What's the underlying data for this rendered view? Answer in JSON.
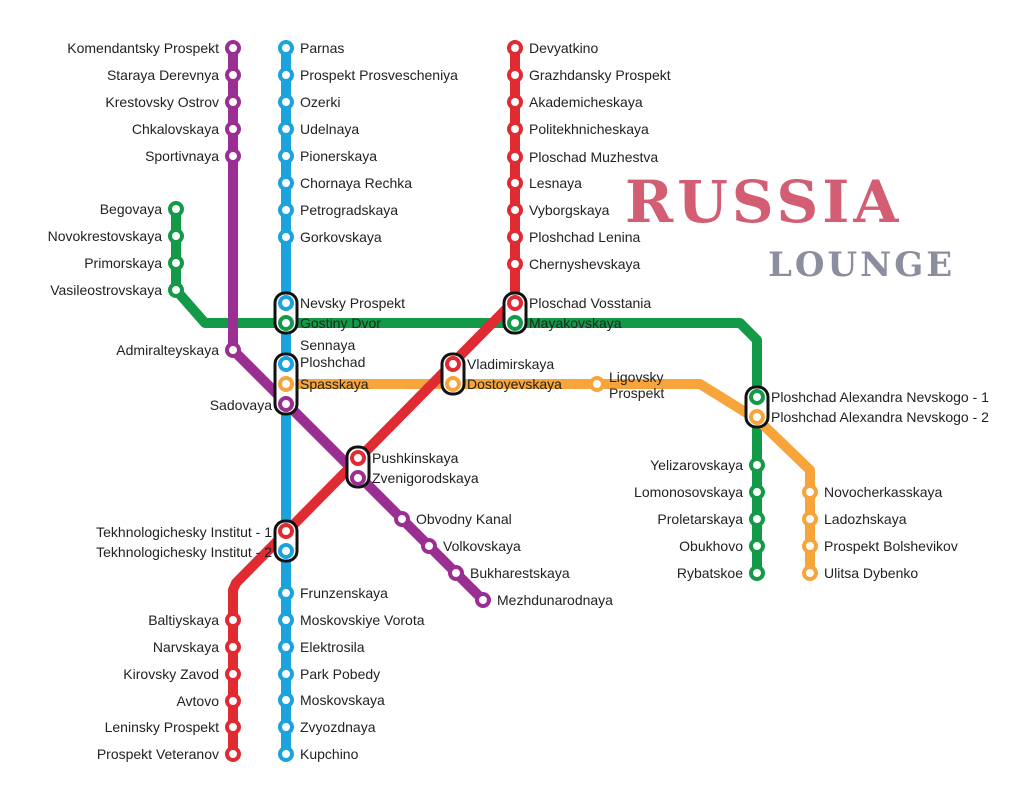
{
  "brand": {
    "title": "RUSSIA",
    "subtitle": "LOUNGE"
  },
  "colors": {
    "red": "#e02b32",
    "blue": "#1aa3dd",
    "green": "#139a48",
    "orange": "#f7a53b",
    "purple": "#9b2e93"
  },
  "lines": {
    "red": {
      "color": "red",
      "stations": [
        "Devyatkino",
        "Grazhdansky Prospekt",
        "Akademicheskaya",
        "Politekhnicheskaya",
        "Ploschad Muzhestva",
        "Lesnaya",
        "Vyborgskaya",
        "Ploshchad Lenina",
        "Chernyshevskaya",
        "Ploschad Vosstania",
        "Vladimirskaya",
        "Pushkinskaya",
        "Tekhnologichesky Institut - 1",
        "Baltiyskaya",
        "Narvskaya",
        "Kirovsky Zavod",
        "Avtovo",
        "Leninsky Prospekt",
        "Prospekt Veteranov"
      ]
    },
    "blue": {
      "color": "blue",
      "stations": [
        "Parnas",
        "Prospekt Prosvescheniya",
        "Ozerki",
        "Udelnaya",
        "Pionerskaya",
        "Chornaya Rechka",
        "Petrogradskaya",
        "Gorkovskaya",
        "Nevsky Prospekt",
        "Sennaya Ploshchad",
        "Tekhnologichesky Institut - 2",
        "Frunzenskaya",
        "Moskovskiye Vorota",
        "Elektrosila",
        "Park Pobedy",
        "Moskovskaya",
        "Zvyozdnaya",
        "Kupchino"
      ]
    },
    "green": {
      "color": "green",
      "stations": [
        "Begovaya",
        "Novokrestovskaya",
        "Primorskaya",
        "Vasileostrovskaya",
        "Gostiny Dvor",
        "Mayakovskaya",
        "Ploshchad Alexandra Nevskogo - 1",
        "Yelizarovskaya",
        "Lomonosovskaya",
        "Proletarskaya",
        "Obukhovo",
        "Rybatskoe"
      ]
    },
    "orange": {
      "color": "orange",
      "stations": [
        "Spasskaya",
        "Dostoyevskaya",
        "Ligovsky Prospekt",
        "Ploshchad Alexandra Nevskogo - 2",
        "Novocherkasskaya",
        "Ladozhskaya",
        "Prospekt Bolshevikov",
        "Ulitsa Dybenko"
      ]
    },
    "purple": {
      "color": "purple",
      "stations": [
        "Komendantsky Prospekt",
        "Staraya Derevnya",
        "Krestovsky Ostrov",
        "Chkalovskaya",
        "Sportivnaya",
        "Admiralteyskaya",
        "Sadovaya",
        "Zvenigorodskaya",
        "Obvodny Kanal",
        "Volkovskaya",
        "Bukharestskaya",
        "Mezhdunarodnaya"
      ]
    }
  }
}
